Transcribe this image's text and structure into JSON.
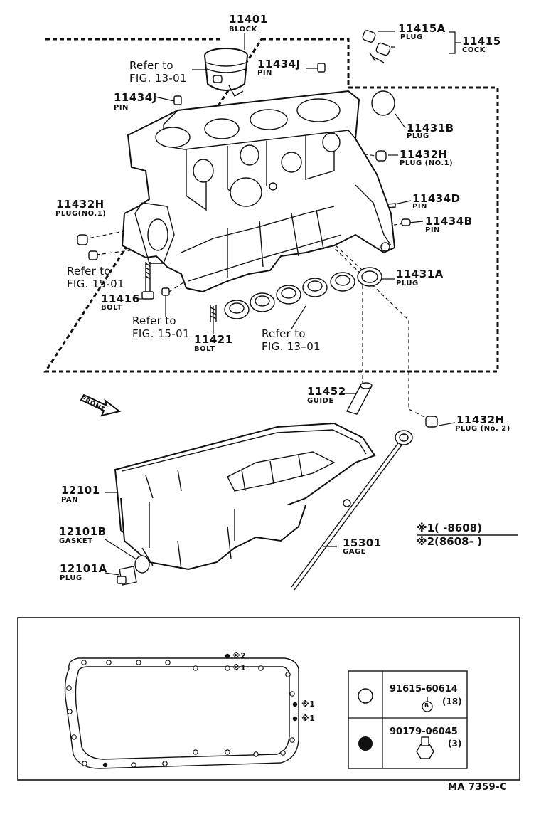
{
  "parts": {
    "block": {
      "number": "11401",
      "name": "BLOCK"
    },
    "plug_11415a": {
      "number": "11415A",
      "name": "PLUG"
    },
    "cock_11415": {
      "number": "11415",
      "name": "COCK"
    },
    "pin_11434j_top": {
      "number": "11434J",
      "name": "PIN"
    },
    "pin_11434j_left": {
      "number": "11434J",
      "name": "PIN"
    },
    "plug_11431b": {
      "number": "11431B",
      "name": "PLUG"
    },
    "plug_11432h_no1_right": {
      "number": "11432H",
      "name": "PLUG (NO.1)"
    },
    "plug_11432h_no1_left": {
      "number": "11432H",
      "name": "PLUG(NO.1)"
    },
    "pin_11434d": {
      "number": "11434D",
      "name": "PIN"
    },
    "pin_11434b": {
      "number": "11434B",
      "name": "PIN"
    },
    "plug_11431a": {
      "number": "11431A",
      "name": "PLUG"
    },
    "bolt_11416": {
      "number": "11416",
      "name": "BOLT"
    },
    "bolt_11421": {
      "number": "11421",
      "name": "BOLT"
    },
    "guide_11452": {
      "number": "11452",
      "name": "GUIDE"
    },
    "plug_11432h_no2": {
      "number": "11432H",
      "name": "PLUG (No. 2)"
    },
    "pan_12101": {
      "number": "12101",
      "name": "PAN"
    },
    "gasket_12101b": {
      "number": "12101B",
      "name": "GASKET"
    },
    "plug_12101a": {
      "number": "12101A",
      "name": "PLUG"
    },
    "gage_15301": {
      "number": "15301",
      "name": "GAGE"
    }
  },
  "references": {
    "fig13_top": {
      "line1": "Refer to",
      "line2": "FIG. 13-01"
    },
    "fig15_left": {
      "line1": "Refer to",
      "line2": "FIG. 15-01"
    },
    "fig15_bottom": {
      "line1": "Refer to",
      "line2": "FIG. 15-01"
    },
    "fig13_bottom": {
      "line1": "Refer to",
      "line2": "FIG. 13–01"
    }
  },
  "front_label": "FRONT",
  "notes": {
    "note1": "※1(      -8608)",
    "note2": "※2(8608-          )"
  },
  "gasket_markers": {
    "top_mark2": "※2",
    "top_mark1": "※1",
    "right_mark1_a": "※1",
    "right_mark1_b": "※1"
  },
  "legend": [
    {
      "symbol": "open-circle",
      "part_number": "91615-60614",
      "sub_symbol": "B",
      "qty": "(18)"
    },
    {
      "symbol": "filled-circle",
      "part_number": "90179-06045",
      "qty": "(3)"
    }
  ],
  "diagram_code": "MA 7359-C"
}
